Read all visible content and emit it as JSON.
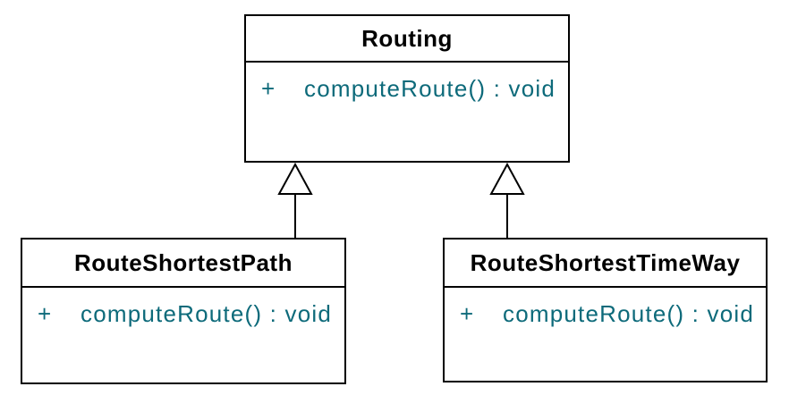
{
  "diagram": {
    "type": "uml-class-diagram",
    "colors": {
      "background": "#ffffff",
      "border": "#000000",
      "class_title": "#000000",
      "method_text": "#0d6a7a"
    },
    "classes": [
      {
        "name": "Routing",
        "methods": [
          {
            "visibility": "+",
            "signature": "computeRoute() : void"
          }
        ]
      },
      {
        "name": "RouteShortestPath",
        "methods": [
          {
            "visibility": "+",
            "signature": "computeRoute() : void"
          }
        ]
      },
      {
        "name": "RouteShortestTimeWay",
        "methods": [
          {
            "visibility": "+",
            "signature": "computeRoute() : void"
          }
        ]
      }
    ],
    "relationships": [
      {
        "type": "generalization",
        "from": "RouteShortestPath",
        "to": "Routing"
      },
      {
        "type": "generalization",
        "from": "RouteShortestTimeWay",
        "to": "Routing"
      }
    ]
  }
}
